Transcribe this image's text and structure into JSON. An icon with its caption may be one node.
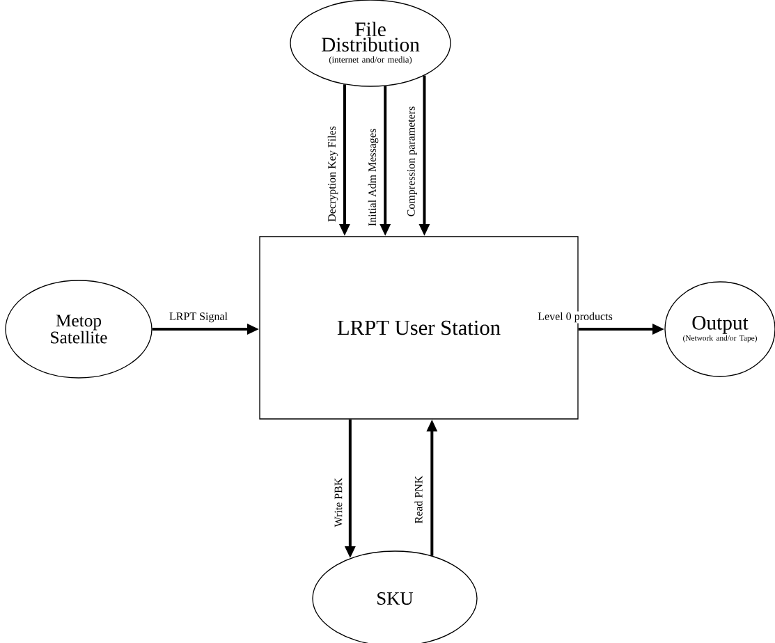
{
  "diagram": {
    "nodes": [
      {
        "text": [
          "File Distribution",
          "(internet and/or media)"
        ]
      },
      {
        "text": [
          "Metop Satellite"
        ]
      },
      {
        "text": [
          "LRPT User Station"
        ]
      },
      {
        "text": [
          "Output",
          "(Network and/or Tape)"
        ]
      },
      {
        "text": [
          "SKU"
        ]
      }
    ],
    "edges": [
      {
        "from": 0,
        "to": 2,
        "arrow": "to",
        "label": "Decryption Key Files"
      },
      {
        "from": 0,
        "to": 2,
        "arrow": "to",
        "label": "Initial Adm Messages"
      },
      {
        "from": 0,
        "to": 2,
        "arrow": "to",
        "label": "Compression parameters"
      },
      {
        "from": 1,
        "to": 2,
        "arrow": "to",
        "label": "LRPT Signal"
      },
      {
        "from": 2,
        "to": 3,
        "arrow": "to",
        "label": "Level 0 products"
      },
      {
        "from": 2,
        "to": 4,
        "arrow": "to",
        "label": "Write PBK"
      },
      {
        "from": 4,
        "to": 2,
        "arrow": "to",
        "label": "Read PNK"
      }
    ]
  }
}
